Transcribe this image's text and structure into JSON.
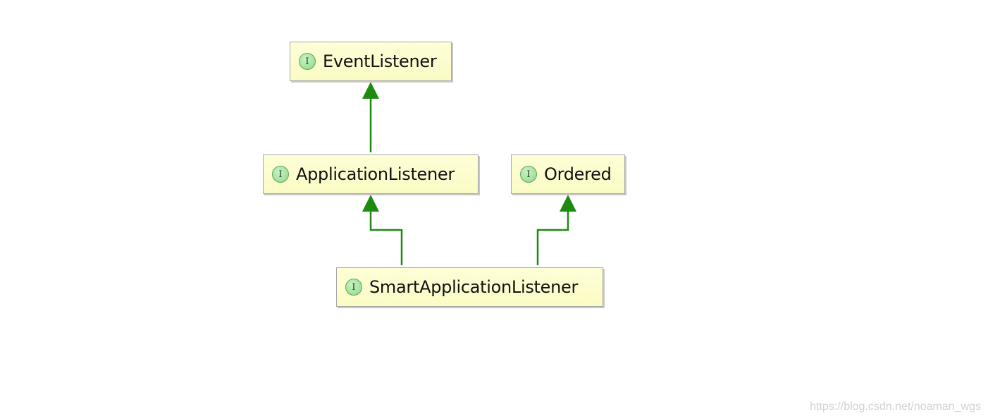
{
  "nodes": {
    "event_listener": {
      "icon_letter": "I",
      "label": "EventListener"
    },
    "application_listener": {
      "icon_letter": "I",
      "label": "ApplicationListener"
    },
    "ordered": {
      "icon_letter": "I",
      "label": "Ordered"
    },
    "smart_application_listener": {
      "icon_letter": "I",
      "label": "SmartApplicationListener"
    }
  },
  "edges": [
    {
      "from": "application_listener",
      "to": "event_listener",
      "kind": "extends"
    },
    {
      "from": "smart_application_listener",
      "to": "application_listener",
      "kind": "extends"
    },
    {
      "from": "smart_application_listener",
      "to": "ordered",
      "kind": "extends"
    }
  ],
  "colors": {
    "edge": "#1f8a10",
    "node_fill": "#fcfcc8",
    "node_border": "#a8a8a8",
    "icon_fill": "#9fdc98"
  },
  "watermark": "https://blog.csdn.net/noaman_wgs"
}
